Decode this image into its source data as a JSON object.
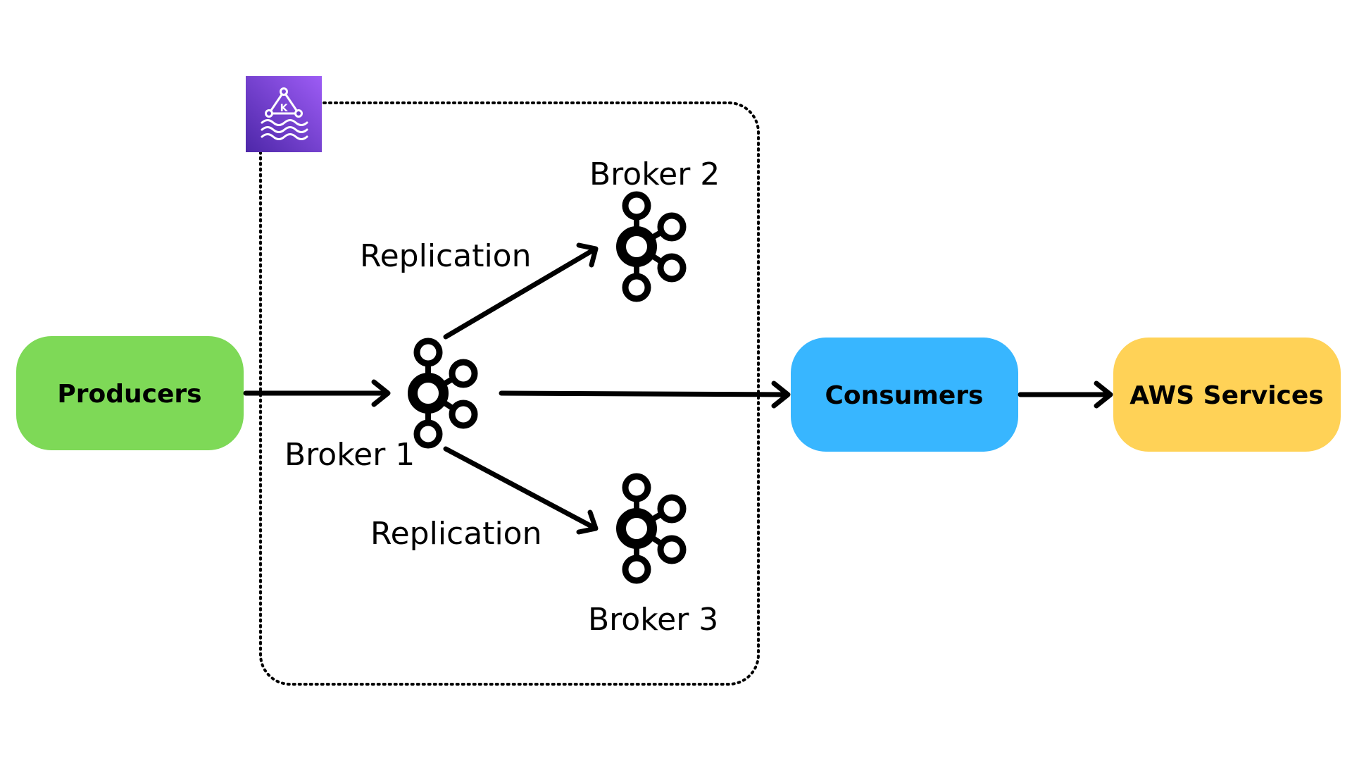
{
  "nodes": {
    "producers": {
      "label": "Producers",
      "color": "#7ed957"
    },
    "consumers": {
      "label": "Consumers",
      "color": "#38b6ff"
    },
    "aws_services": {
      "label": "AWS Services",
      "color": "#ffd257"
    }
  },
  "brokers": {
    "broker1": {
      "label": "Broker 1",
      "icon": "kafka-icon"
    },
    "broker2": {
      "label": "Broker 2",
      "icon": "kafka-icon"
    },
    "broker3": {
      "label": "Broker 3",
      "icon": "kafka-icon"
    }
  },
  "edges": {
    "replication_top": {
      "label": "Replication"
    },
    "replication_bottom": {
      "label": "Replication"
    }
  },
  "cluster": {
    "icon": "amazon-msk-icon",
    "icon_letter": "K",
    "icon_gradient": [
      "#9d5cf5",
      "#4d27a8"
    ],
    "border_style": "dotted"
  }
}
